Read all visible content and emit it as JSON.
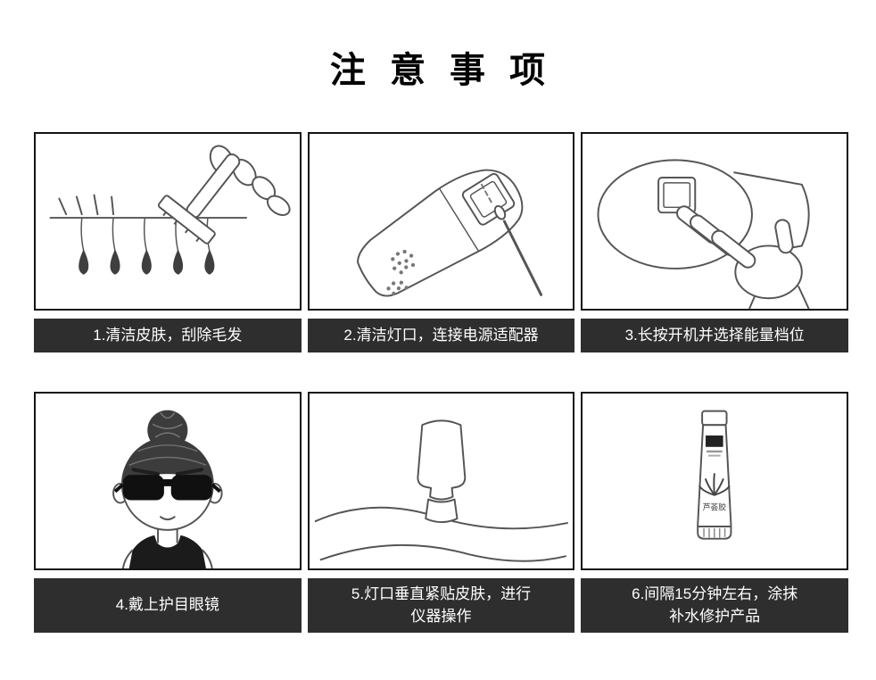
{
  "title": "注 意 事 项",
  "colors": {
    "caption_bg": "#2e2e2e",
    "caption_text": "#ffffff",
    "panel_border": "#141414",
    "line_art": "#555555",
    "ink_fill": "#3c3c3c"
  },
  "steps": [
    {
      "caption": "1.清洁皮肤，刮除毛发",
      "illustration": "razor-shaving-hair"
    },
    {
      "caption": "2.清洁灯口，连接电源适配器",
      "illustration": "cleaning-lamp-window-with-swab"
    },
    {
      "caption": "3.长按开机并选择能量档位",
      "illustration": "hand-pressing-power-button"
    },
    {
      "caption": "4.戴上护目眼镜",
      "illustration": "girl-wearing-protective-goggles"
    },
    {
      "caption": "5.灯口垂直紧贴皮肤，进行\n仪器操作",
      "illustration": "device-perpendicular-on-skin"
    },
    {
      "caption": "6.间隔15分钟左右，涂抹\n补水修护产品",
      "illustration": "moisturizing-gel-tube",
      "product_label": "芦荟胶"
    }
  ]
}
